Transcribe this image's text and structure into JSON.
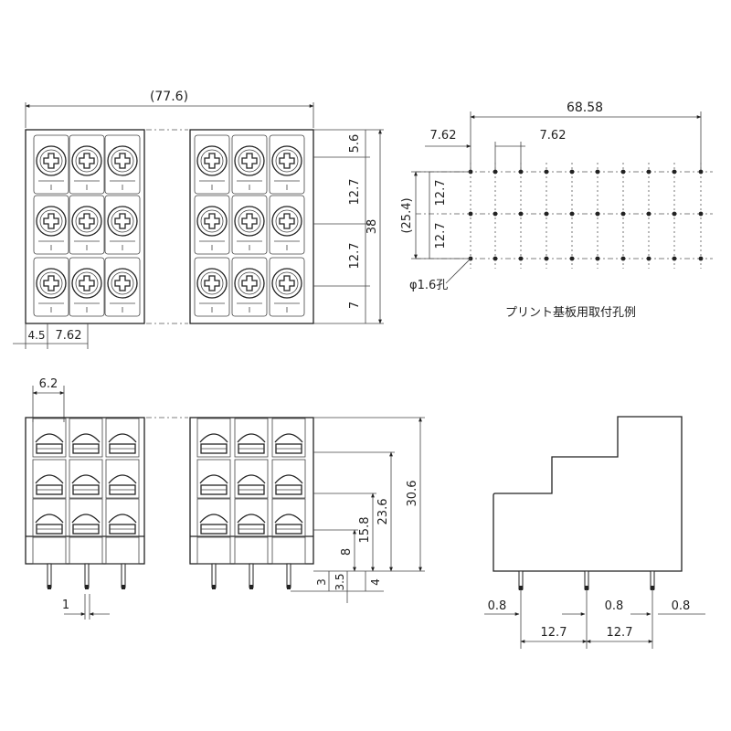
{
  "top_view": {
    "overall_width": "(77.6)",
    "left_margin": "4.5",
    "pitch": "7.62",
    "dim_top": "5.6",
    "dim_row1": "12.7",
    "dim_row2": "12.7",
    "dim_bottom": "7",
    "dim_total": "38"
  },
  "pcb_layout": {
    "total_width": "68.58",
    "pitch_a": "7.62",
    "pitch_b": "7.62",
    "row_pitch_1": "12.7",
    "row_pitch_2": "12.7",
    "overall_height": "(25.4)",
    "hole": "φ1.6孔",
    "caption": "プリント基板用取付孔例"
  },
  "front_view": {
    "width_62": "6.2",
    "pin_width": "1",
    "h_8": "8",
    "h_158": "15.8",
    "h_236": "23.6",
    "h_306": "30.6",
    "pin_3": "3",
    "pin_35": "3.5",
    "pin_4": "4"
  },
  "side_view": {
    "pin_08_a": "0.8",
    "pin_08_b": "0.8",
    "pin_08_c": "0.8",
    "pitch_a": "12.7",
    "pitch_b": "12.7"
  }
}
